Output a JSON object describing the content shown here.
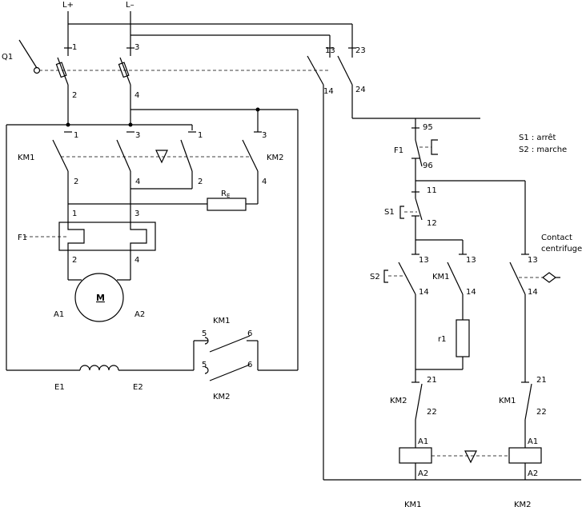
{
  "supply": {
    "lplus": "L+",
    "lminus": "L–"
  },
  "power": {
    "q1": "Q1",
    "q1_t1": "1",
    "q1_t2": "2",
    "q1_t3": "3",
    "q1_t4": "4",
    "q1_t13": "13",
    "q1_t14": "14",
    "q1_t23": "23",
    "q1_t24": "24",
    "km1": "KM1",
    "km2": "KM2",
    "km1_t1": "1",
    "km1_t2": "2",
    "km1_t3": "3",
    "km1_t4": "4",
    "km1_t1b": "1",
    "km1_t2b": "2",
    "km2_t3": "3",
    "km2_t4": "4",
    "re_r": "R",
    "re_sub": "E",
    "f1": "F1",
    "f1_t1": "1",
    "f1_t3": "3",
    "f1_t2": "2",
    "f1_t4": "4",
    "motor": "M",
    "a1": "A1",
    "a2": "A2",
    "e1": "E1",
    "e2": "E2",
    "aux_km1": "KM1",
    "aux_km2": "KM2",
    "aux_5a": "5",
    "aux_6a": "6",
    "aux_5b": "5",
    "aux_6b": "6"
  },
  "control": {
    "f1": "F1",
    "f1_95": "95",
    "f1_96": "96",
    "s1": "S1",
    "s1_11": "11",
    "s1_12": "12",
    "s2": "S2",
    "s2_13": "13",
    "s2_14": "14",
    "km1": "KM1",
    "km1_13": "13",
    "km1_14": "14",
    "r1": "r1",
    "km2_nc": "KM2",
    "km2_21": "21",
    "km2_22": "22",
    "coil1_a1": "A1",
    "coil1_a2": "A2",
    "right_13": "13",
    "right_14": "14",
    "km1_nc": "KM1",
    "km1_21": "21",
    "km1_22": "22",
    "coil2_a1": "A1",
    "coil2_a2": "A2",
    "bottom_km1": "KM1",
    "bottom_km2": "KM2"
  },
  "legend": {
    "s1": "S1 : arrêt",
    "s2": "S2 : marche"
  },
  "contact": {
    "line1": "Contact",
    "line2": "centrifuge"
  }
}
